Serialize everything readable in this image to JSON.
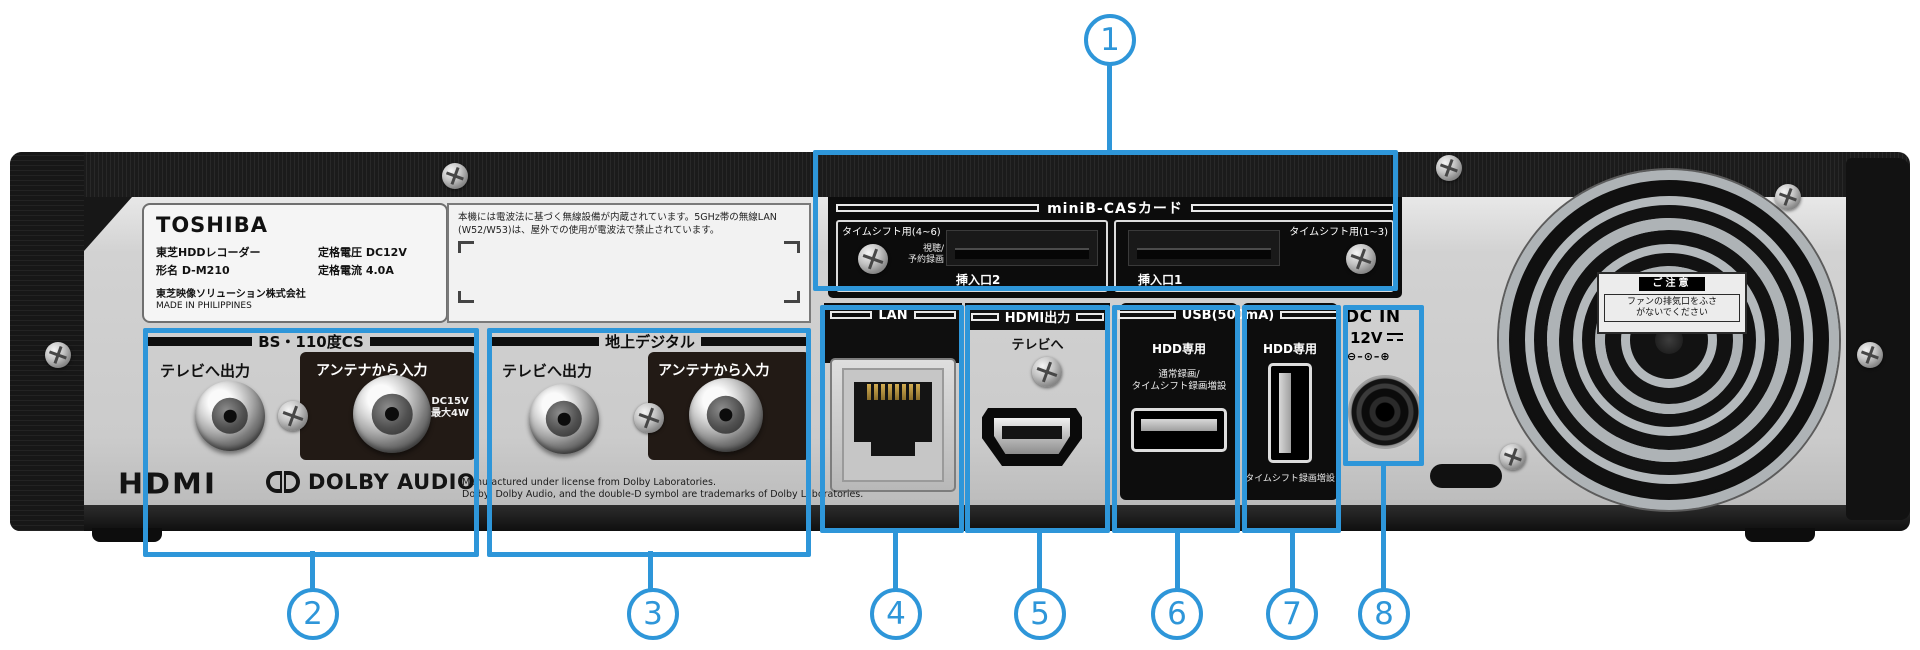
{
  "callout_numbers": [
    "1",
    "2",
    "3",
    "4",
    "5",
    "6",
    "7",
    "8"
  ],
  "colors": {
    "callout_blue": "#2e96d9"
  },
  "rating_label": {
    "brand": "TOSHIBA",
    "product": "東芝HDDレコーダー",
    "voltage": "定格電圧 DC12V",
    "model": "形名 D-M210",
    "current": "定格電流 4.0A",
    "company": "東芝映像ソリューション株式会社",
    "made_in": "MADE IN PHILIPPINES"
  },
  "notice_label": {
    "line1": "本機には電波法に基づく無線設備が内蔵されています。5GHz帯の無線LAN",
    "line2": "(W52/W53)は、屋外での使用が電波法で禁止されています。"
  },
  "minibcas": {
    "title": "miniB-CASカード",
    "slot2_use": "タイムシフト用(4~6)",
    "slot2_sub1": "視聴/",
    "slot2_sub2": "予約録画",
    "slot2_port": "挿入口2",
    "slot1_port": "挿入口1",
    "slot1_use": "タイムシフト用(1~3)"
  },
  "bs_section": {
    "title": "BS・110度CS",
    "output_label": "テレビへ出力",
    "input_label": "アンテナから入力",
    "supply_line1": "DC15V",
    "supply_line2": "最大4W"
  },
  "terrestrial_section": {
    "title": "地上デジタル",
    "output_label": "テレビへ出力",
    "input_label": "アンテナから入力"
  },
  "lan_section": {
    "title": "LAN"
  },
  "hdmi_section": {
    "title": "HDMI出力",
    "dest_label": "テレビへ"
  },
  "usb_section": {
    "title": "USB(500mA)",
    "left_port_label": "HDD専用",
    "left_use_line1": "通常録画/",
    "left_use_line2": "タイムシフト録画増設",
    "right_port_label": "HDD専用",
    "right_use": "タイムシフト録画増設"
  },
  "dc_section": {
    "title": "DC IN",
    "voltage": "12V",
    "polarity_icon": "⊖–⊙–⊕"
  },
  "fan_label": {
    "title": "ご注意",
    "line1": "ファンの排気口をふさ",
    "line2": "がないでください"
  },
  "bottom_logos": {
    "hdmi": "HDMI",
    "dolby": "DOLBY AUDIO",
    "license_line1": "Manufactured under license from Dolby Laboratories.",
    "license_line2": "Dolby, Dolby Audio, and the double-D symbol are trademarks of Dolby Laboratories."
  }
}
